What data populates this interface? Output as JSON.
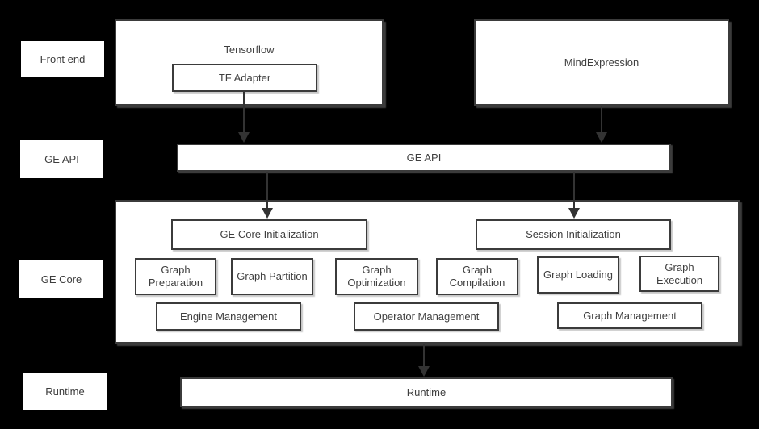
{
  "diagram": {
    "title_semantic": "GE architecture diagram",
    "colors": {
      "background": "#000000",
      "box_fill": "#ffffff",
      "border": "#3b3b3b",
      "text": "#3f3f3f",
      "arrow": "#333333"
    },
    "row_labels": [
      {
        "label": "Front end"
      },
      {
        "label": "GE API"
      },
      {
        "label": "GE Core"
      },
      {
        "label": "Runtime"
      }
    ],
    "front_end": {
      "tensorflow_label": "Tensorflow",
      "tf_adapter_label": "TF Adapter",
      "mind_expression_label": "MindExpression"
    },
    "ge_api": {
      "label": "GE API"
    },
    "ge_core": {
      "ge_core_init_label": "GE Core Initialization",
      "session_init_label": "Session Initialization",
      "stage_boxes": [
        {
          "label": "Graph Preparation"
        },
        {
          "label": "Graph Partition"
        },
        {
          "label": "Graph Optimization"
        },
        {
          "label": "Graph Compilation"
        },
        {
          "label": "Graph Loading"
        },
        {
          "label": "Graph Execution"
        }
      ],
      "management_boxes": [
        {
          "label": "Engine Management"
        },
        {
          "label": "Operator Management"
        },
        {
          "label": "Graph Management"
        }
      ]
    },
    "runtime": {
      "label": "Runtime"
    }
  }
}
